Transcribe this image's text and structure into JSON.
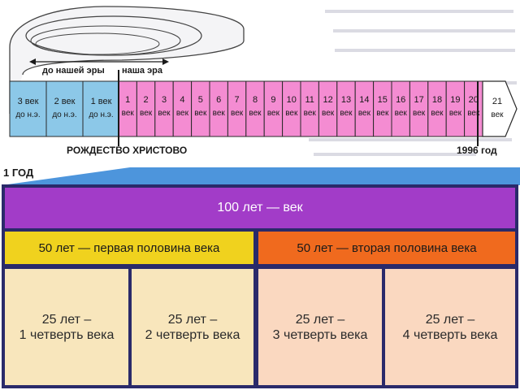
{
  "tape": {
    "bc_centuries": [
      {
        "label": "3 век",
        "sub": "до н.э."
      },
      {
        "label": "2 век",
        "sub": "до н.э."
      },
      {
        "label": "1 век",
        "sub": "до н.э."
      }
    ],
    "ad_centuries": [
      "1",
      "2",
      "3",
      "4",
      "5",
      "6",
      "7",
      "8",
      "9",
      "10",
      "11",
      "12",
      "13",
      "14",
      "15",
      "16",
      "17",
      "18",
      "19",
      "20"
    ],
    "century_word": "век",
    "future": {
      "label": "21",
      "sub": "век"
    },
    "era_bc": "до нашей эры",
    "era_ad": "наша эра",
    "nativity": "РОЖДЕСТВО ХРИСТОВО",
    "year_marker": "1996 год",
    "colors": {
      "bc": "#8cc8e8",
      "ad": "#f48cd2",
      "future": "#ffffff",
      "marker": "#2a2a2a"
    }
  },
  "one_year": "1 ГОД",
  "blocks": {
    "century": "100 лет — век",
    "halves": [
      "50 лет — первая половина века",
      "50 лет — вторая половина века"
    ],
    "quarters": [
      {
        "top": "25 лет –",
        "bottom": "1 четверть века"
      },
      {
        "top": "25 лет –",
        "bottom": "2 четверть века"
      },
      {
        "top": "25 лет –",
        "bottom": "3 четверть века"
      },
      {
        "top": "25 лет –",
        "bottom": "4 четверть века"
      }
    ],
    "colors": {
      "century": "#a23cc8",
      "first_half": "#f0d21e",
      "second_half": "#f06a1e",
      "quarter_a": "#f8e6bc",
      "quarter_b": "#fad8c0"
    }
  }
}
